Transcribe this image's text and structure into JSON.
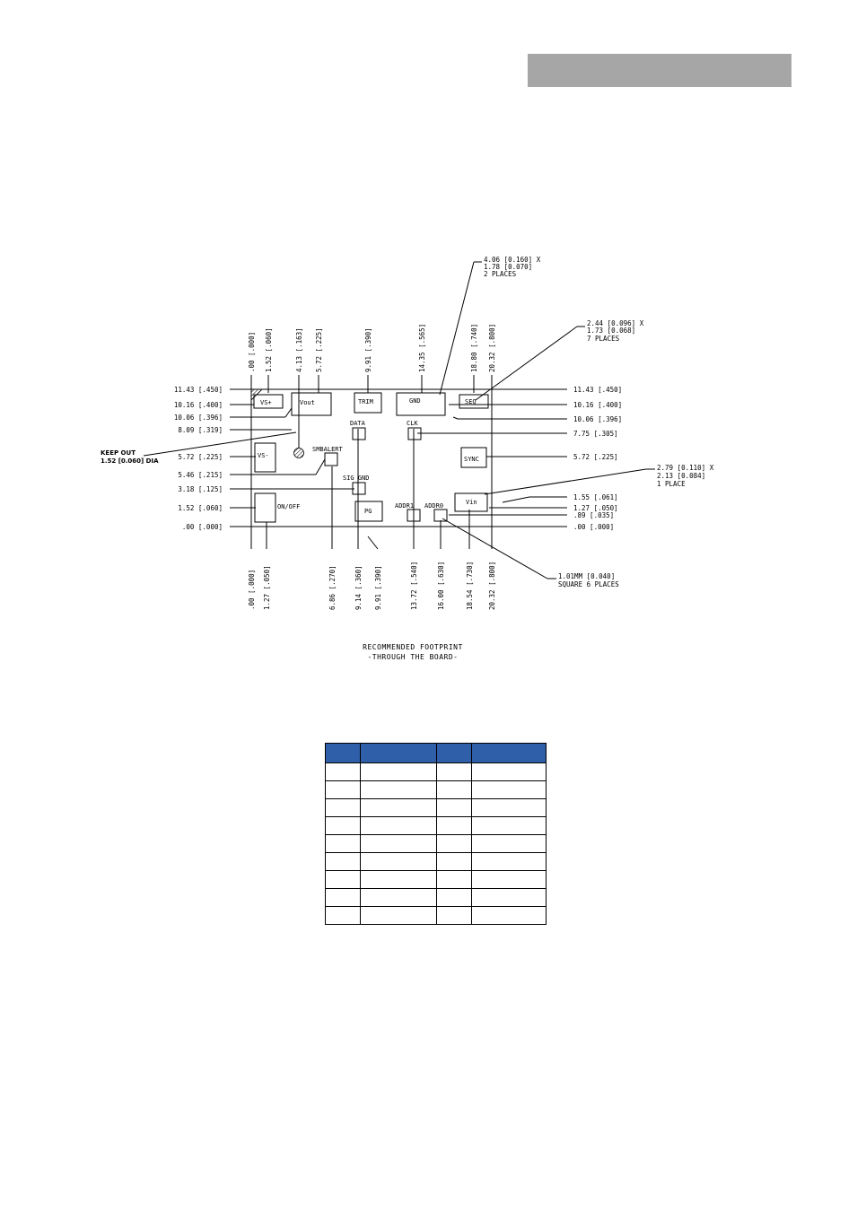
{
  "header": {
    "bar_color": "#a6a6a6"
  },
  "footprint": {
    "pads": {
      "vsplus": "VS+",
      "vout": "Vout",
      "trim": "TRIM",
      "gnd": "GND",
      "seq": "SEQ",
      "data": "DATA",
      "clk": "CLK",
      "vsminus": "VS-",
      "smbalert": "SMBALERT",
      "sync": "SYNC",
      "sig_gnd": "SIG GND",
      "on_off": "ON/OFF",
      "pg": "PG",
      "addr1": "ADDR1",
      "addr0": "ADDR0",
      "vin": "Vin"
    },
    "top_dims": {
      "d1": ".00 [.000]",
      "d2": "1.52 [.060]",
      "d3": "4.13 [.163]",
      "d4": "5.72 [.225]",
      "d5": "9.91 [.390]",
      "d6": "14.35 [.565]",
      "d7": "18.80 [.740]",
      "d8": "20.32 [.800]"
    },
    "bottom_dims": {
      "d1": ".00 [.000]",
      "d2": "1.27 [.050]",
      "d3": "6.86 [.270]",
      "d4": "9.14 [.360]",
      "d5": "9.91 [.390]",
      "d6": "13.72 [.540]",
      "d7": "16.00 [.630]",
      "d8": "18.54 [.730]",
      "d9": "20.32 [.800]"
    },
    "left_dims": {
      "d1": "11.43 [.450]",
      "d2": "10.16 [.400]",
      "d3": "10.06 [.396]",
      "d4": "8.09 [.319]",
      "d5": "5.72 [.225]",
      "d6": "5.46 [.215]",
      "d7": "3.18 [.125]",
      "d8": "1.52 [.060]",
      "d9": ".00 [.000]"
    },
    "right_dims": {
      "d1": "11.43 [.450]",
      "d2": "10.16 [.400]",
      "d3": "10.06 [.396]",
      "d4": "7.75 [.305]",
      "d5": "5.72 [.225]",
      "d6": "1.55 [.061]",
      "d7": "1.27 [.050]",
      "d8": ".89 [.035]",
      "d9": ".00 [.000]"
    },
    "notes": {
      "n1_l1": "4.06 [0.160] X",
      "n1_l2": "1.78 [0.070]",
      "n1_l3": "2 PLACES",
      "n2_l1": "2.44  [0.096] X",
      "n2_l2": "1.73 [0.068]",
      "n2_l3": "7 PLACES",
      "n3_l1": "2.79 [0.110] X",
      "n3_l2": "2.13 [0.084]",
      "n3_l3": "1 PLACE",
      "n4_l1": "1.01MM [0.040]",
      "n4_l2": "SQUARE 6 PLACES",
      "keep_l1": "KEEP OUT",
      "keep_l2": "1.52 [0.060] DIA"
    }
  },
  "caption": {
    "line1": "RECOMMENDED FOOTPRINT",
    "line2": "-THROUGH THE BOARD-"
  },
  "pin_table": {
    "header_color": "#2f5fa8",
    "rows": 9
  }
}
